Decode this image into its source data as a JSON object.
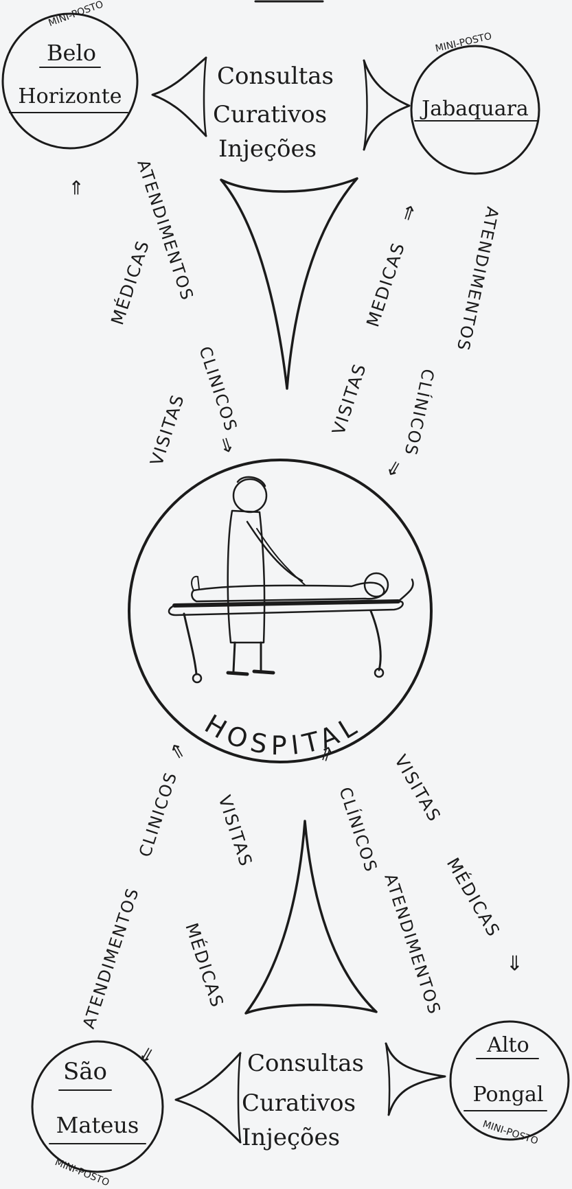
{
  "nodes": {
    "belo_horizonte": {
      "tag": "MINI-POSTO",
      "line1": "Belo",
      "line2": "Horizonte"
    },
    "jabaquara": {
      "tag": "MINI-POSTO",
      "name": "Jabaquara"
    },
    "sao_mateus": {
      "tag": "MINI-POSTO",
      "line1": "São",
      "line2": "Mateus"
    },
    "alto_pongal": {
      "tag": "MINI-POSTO",
      "line1": "Alto",
      "line2": "Pongal"
    },
    "hospital": {
      "label": "HOSPITAL"
    }
  },
  "services_top": [
    "Consultas",
    "Curativos",
    "Injeções"
  ],
  "services_bottom": [
    "Consultas",
    "Curativos",
    "Injeções"
  ],
  "links": {
    "visitas": "VISITAS",
    "medicas_accent": "MÉDICAS",
    "medicas_plain": "MEDICAS",
    "atendimentos": "ATENDIMENTOS",
    "clinicos": "CLINICOS",
    "clinicos_accent": "CLÍNICOS",
    "arrow": "⇒"
  }
}
